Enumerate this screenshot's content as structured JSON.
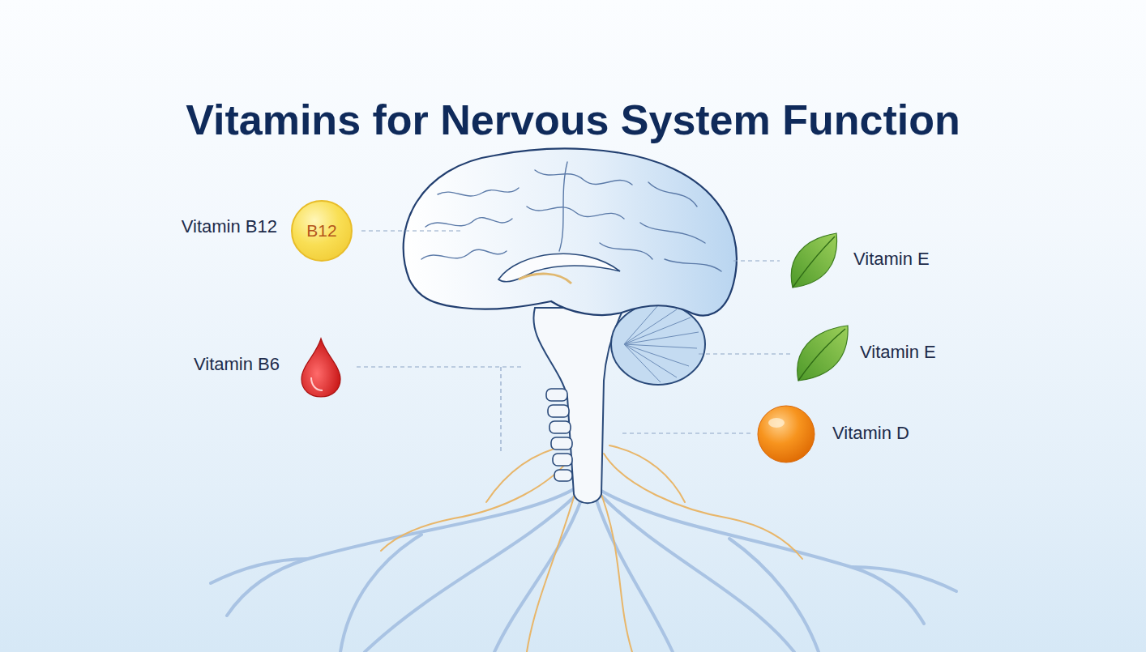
{
  "diagram": {
    "title": "Vitamins for Nervous System Function",
    "nodes": [
      {
        "text": [
          "B12"
        ]
      }
    ],
    "labels": [
      "Vitamin B12",
      "Vitamin B6",
      "Vitamin E",
      "Vitamin E",
      "Vitamin D"
    ]
  }
}
